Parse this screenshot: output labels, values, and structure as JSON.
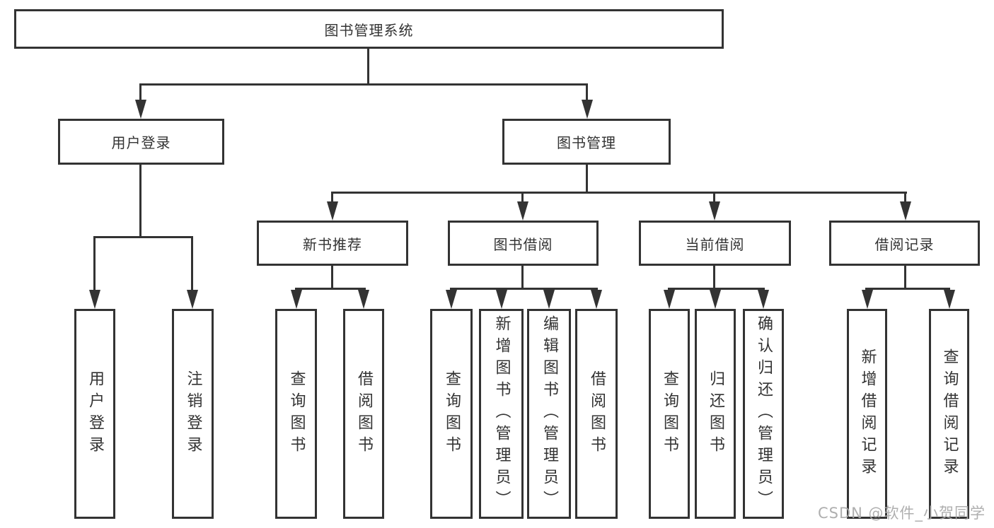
{
  "colors": {
    "line": "#333333",
    "text": "#333333",
    "box_background": "#ffffff",
    "page_background": "#ffffff",
    "watermark": "#a8a8a8"
  },
  "watermark": {
    "text": "CSDN @软件_小贺同学"
  },
  "tree": {
    "root": {
      "label": "图书管理系统",
      "children": [
        {
          "label": "用户登录",
          "children": [
            {
              "label": "用户登录"
            },
            {
              "label": "注销登录"
            }
          ]
        },
        {
          "label": "图书管理",
          "children": [
            {
              "label": "新书推荐",
              "children": [
                {
                  "label": "查询图书"
                },
                {
                  "label": "借阅图书"
                }
              ]
            },
            {
              "label": "图书借阅",
              "children": [
                {
                  "label": "查询图书"
                },
                {
                  "label": "新增图书（管理员）"
                },
                {
                  "label": "编辑图书（管理员）"
                },
                {
                  "label": "借阅图书"
                }
              ]
            },
            {
              "label": "当前借阅",
              "children": [
                {
                  "label": "查询图书"
                },
                {
                  "label": "归还图书"
                },
                {
                  "label": "确认归还（管理员）"
                }
              ]
            },
            {
              "label": "借阅记录",
              "children": [
                {
                  "label": "新增借阅记录"
                },
                {
                  "label": "查询借阅记录"
                }
              ]
            }
          ]
        }
      ]
    }
  }
}
